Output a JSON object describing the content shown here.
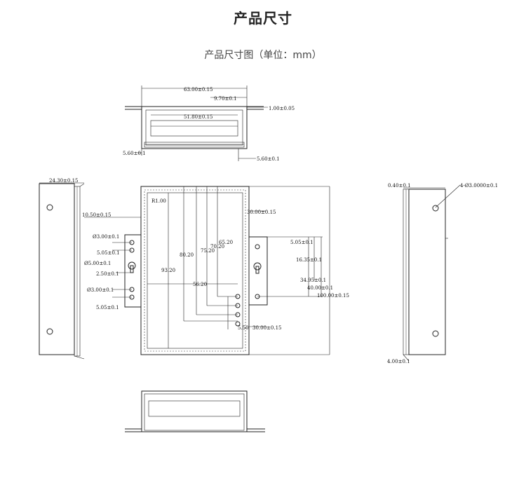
{
  "title": "产品尺寸",
  "subtitle": "产品尺寸图（单位：mm）",
  "top_view": {
    "dim_width": "63.00±0.15",
    "dim_gap": "9.70±0.1",
    "dim_thickness": "1.00±0.05",
    "dim_inner": "51.80±0.15",
    "dim_flange_left": "5.60±0.1",
    "dim_flange_right": "5.60±0.1"
  },
  "left_view": {
    "dim_width": "24.30±0.15"
  },
  "front_view": {
    "dim_radius": "R1.00",
    "dim_top_offset": "10.50±0.15",
    "dim_hole_small_1": "Ø3.00±0.1",
    "dim_hole_spacing_1": "5.05±0.1",
    "dim_hole_large": "Ø5.00±0.1",
    "dim_hole_spacing_2": "2.50±0.1",
    "dim_hole_small_2": "Ø3.00±0.1",
    "dim_hole_spacing_3": "5.05±0.1",
    "dim_v1": "80.20",
    "dim_v2": "75.20",
    "dim_v3": "70.20",
    "dim_v4": "65.20",
    "dim_v5": "93.20",
    "dim_h1": "56.20",
    "dim_small": "5.50",
    "dim_right_top": "30.00±0.15",
    "dim_right_bottom": "30.00±0.15",
    "dim_r1": "5.05±0.1",
    "dim_r2": "16.35±0.1",
    "dim_r3": "34.95±0.1",
    "dim_r4": "40.00±0.1",
    "dim_r5": "100.00±0.15"
  },
  "right_view": {
    "dim_wall": "0.40±0.1",
    "dim_hole": "4-Ø3.0000±0.1",
    "dim_bottom": "4.00±0.1"
  },
  "icons": [
    "mounting-hole-icon",
    "keyhole-icon"
  ]
}
